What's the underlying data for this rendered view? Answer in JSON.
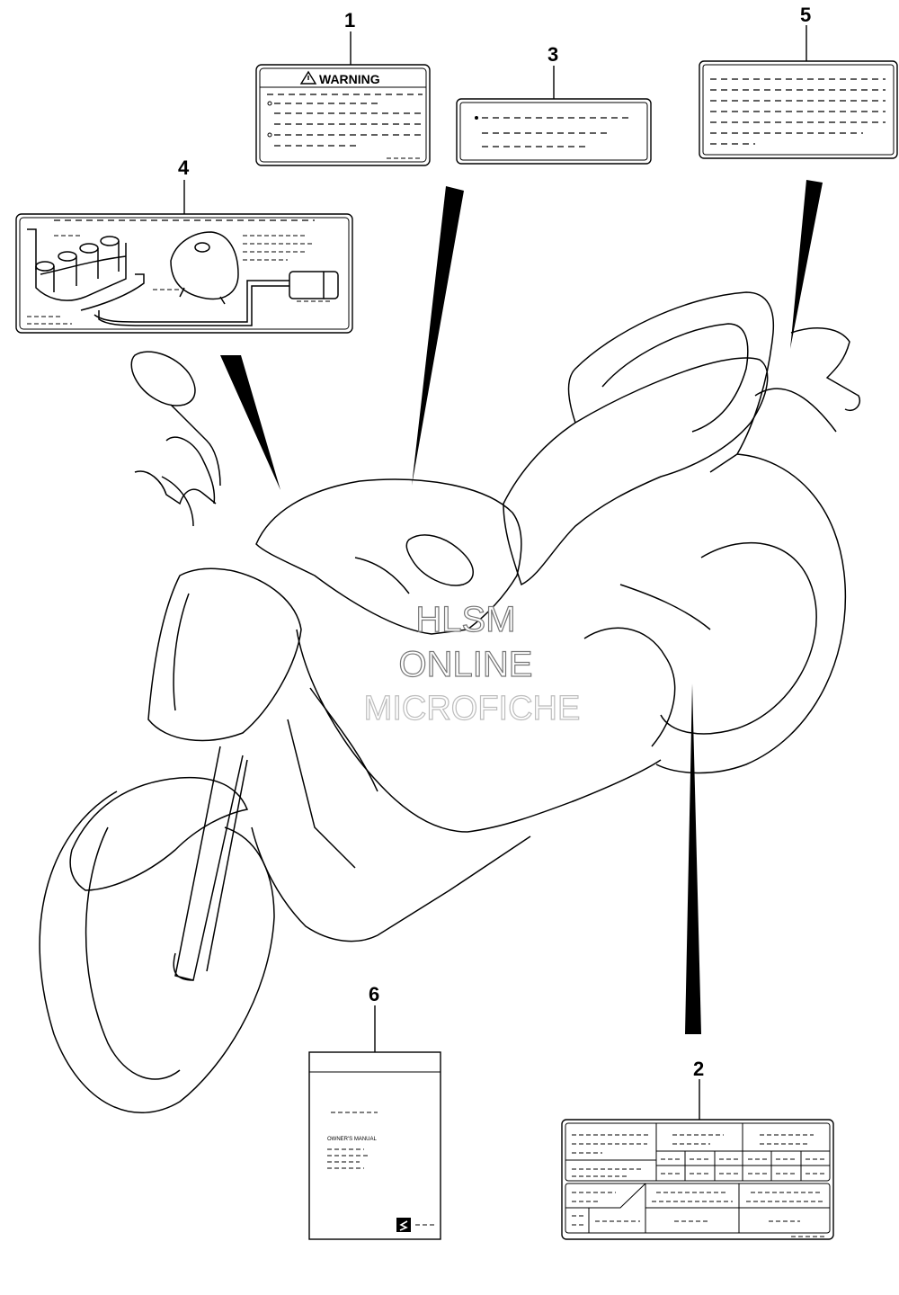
{
  "callouts": {
    "c1": "1",
    "c2": "2",
    "c3": "3",
    "c4": "4",
    "c5": "5",
    "c6": "6"
  },
  "labels": {
    "warning_title": "WARNING",
    "manual_title": "OWNER'S MANUAL"
  },
  "watermark": {
    "line1": "HLSM",
    "line2": "ONLINE",
    "line3": "MICROFICHE"
  },
  "colors": {
    "line": "#000000",
    "background": "#ffffff"
  },
  "icons": [
    "warning-triangle-icon",
    "brand-logo-icon"
  ]
}
